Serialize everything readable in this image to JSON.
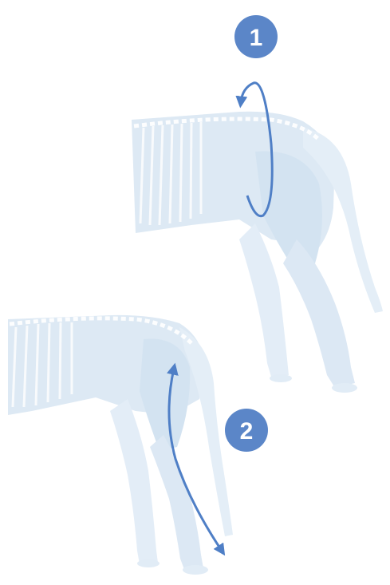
{
  "steps": [
    {
      "number": "1",
      "motion": "circular-rotation",
      "badge_color": "#5b86c8"
    },
    {
      "number": "2",
      "motion": "vertical-up-down",
      "badge_color": "#5b86c8"
    }
  ],
  "colors": {
    "background": "#ffffff",
    "skeleton_body": "#dde9f4",
    "skeleton_bone": "#c9dbec",
    "skeleton_light": "#eef4fa",
    "arrow": "#4f7fc6",
    "badge": "#5b86c8"
  },
  "icons": [
    "step-badge",
    "rotation-arrow",
    "double-headed-arrow"
  ]
}
